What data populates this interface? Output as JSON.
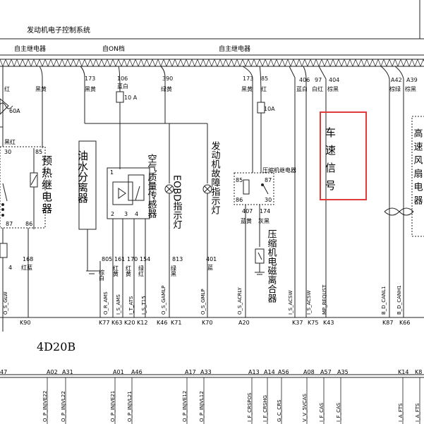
{
  "header": {
    "system_title": "发动机电子控制系统",
    "bus_labels": [
      "自主继电器",
      "自ON档",
      "自主继电器"
    ]
  },
  "wire_labels_top": {
    "w1": "红",
    "w2": "黑黄",
    "w3_num": "173",
    "w3_col": "黑黄",
    "w4_num": "106",
    "w4_col": "蓝白",
    "w4_fuse": "10 A",
    "w5_num": "390",
    "w5_col": "绿黄",
    "w6_num": "173",
    "w6_col": "黑黄",
    "w7_num": "85",
    "w7_col": "红",
    "w7_fuse": "10A",
    "w8_num": "406",
    "w8_col": "蓝白",
    "w9_num": "97",
    "w9_col": "白红",
    "w10_num": "404",
    "w10_col": "棕黑",
    "w11_num": "A42",
    "w11_col": "棕绿",
    "w12_num": "A39",
    "w12_col": "棕黑"
  },
  "components": {
    "fuse_60a": "60A",
    "left_wire": "黑红",
    "relay_pin_30": "30",
    "relay_pin_85": "85",
    "relay_pin_87": "87",
    "relay_pin_86": "86",
    "preheat_relay": "预热继电器",
    "oil_water_sep": "油水分离器",
    "air_sensor": "空气质量传感器",
    "sensor_pins": [
      "1",
      "2",
      "3",
      "4"
    ],
    "eobd_lamp": "EOBD指示灯",
    "engine_fault_lamp": "发动机故障指示灯",
    "comp_relay": "压缩机继电器",
    "comp_pins": [
      "85",
      "87",
      "86",
      "30"
    ],
    "comp_clutch": "压缩机电磁离合器",
    "speed_signal": "车速信号",
    "right_partial": "高速风扇电器"
  },
  "wire_labels_bottom": {
    "b168": "168",
    "b168_col": "红蓝",
    "b4": "4",
    "b805": "805",
    "b805_col": "棕白",
    "b161": "161",
    "b161_col": "红黄",
    "b170": "170",
    "b170_col": "红黄",
    "b154": "154",
    "b154_col": "绿红",
    "b813": "813",
    "b813_col": "绿黑",
    "b401": "401",
    "b401_col": "蓝",
    "b407": "407",
    "b407_col": "蓝黄",
    "b174": "174",
    "b174_col": "灰黑"
  },
  "ecu_pins": {
    "row1": [
      "O_S_GLW",
      "O_R_AMS",
      "I_S_AMS",
      "I_T_ATS",
      "I_S_T15",
      "O_S_GAMLP",
      "O_S_GMLP",
      "O_S_ACRLY",
      "I_S_ACSW",
      "I_S_ACSW",
      "MP_REQUST",
      "B_D_CANL1",
      "B_D_CANH1"
    ],
    "conns": [
      "K90",
      "K77",
      "K63",
      "K20",
      "K12",
      "K46",
      "K71",
      "K70",
      "A20",
      "K37",
      "K75",
      "K43",
      "K87",
      "K66"
    ]
  },
  "engine_model": "4D20B",
  "bottom_row": {
    "pins": [
      "47",
      "A02",
      "A31",
      "A01",
      "A46",
      "A17",
      "A33",
      "A13",
      "A14",
      "A56",
      "A08",
      "A57",
      "A35",
      "K14",
      "K8"
    ],
    "signals": [
      "O_P_INJVE22",
      "O_P_INJVL22",
      "O_P_INJVE21",
      "O_P_INJVL21",
      "O_P_INJVE12",
      "O_P_INJVL12",
      "I_F_CRSPOS",
      "I_F_CRSHG",
      "G_C_CRS",
      "V_V_5VCAS",
      "I_F_CAS",
      "I_F_CAS",
      "I_A_FTS",
      "I_A_FTS"
    ]
  },
  "colors": {
    "highlight": "#e03b3b",
    "wire": "#222222"
  }
}
